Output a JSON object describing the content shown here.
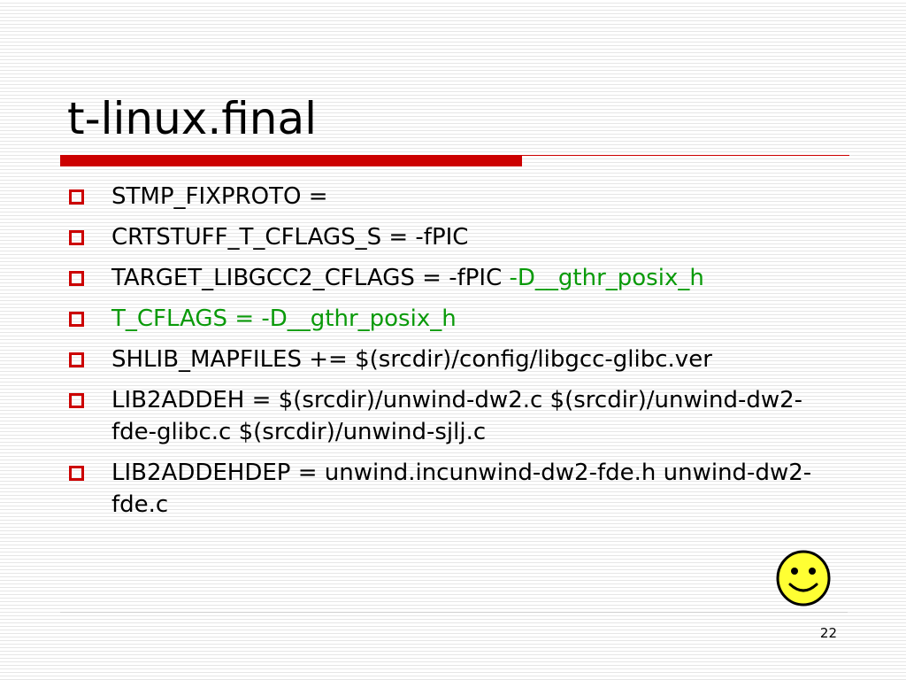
{
  "slide": {
    "title": "t-linux.final",
    "page_number": "22",
    "accent_color": "#cc0000",
    "highlight_color": "#0a9a0a",
    "decoration_icon": "smiley-face-icon",
    "bullets": [
      {
        "text": "STMP_FIXPROTO ="
      },
      {
        "text": "CRTSTUFF_T_CFLAGS_S = -fPIC"
      },
      {
        "text": "TARGET_LIBGCC2_CFLAGS = -fPIC ",
        "highlight": "-D__gthr_posix_h"
      },
      {
        "highlight": "T_CFLAGS = -D__gthr_posix_h"
      },
      {
        "text": "SHLIB_MAPFILES += $(srcdir)/config/libgcc-glibc.ver"
      },
      {
        "text": "LIB2ADDEH = $(srcdir)/unwind-dw2.c $(srcdir)/unwind-dw2-fde-glibc.c $(srcdir)/unwind-sjlj.c"
      },
      {
        "text": "LIB2ADDEHDEP = unwind.incunwind-dw2-fde.h unwind-dw2-fde.c"
      }
    ]
  }
}
